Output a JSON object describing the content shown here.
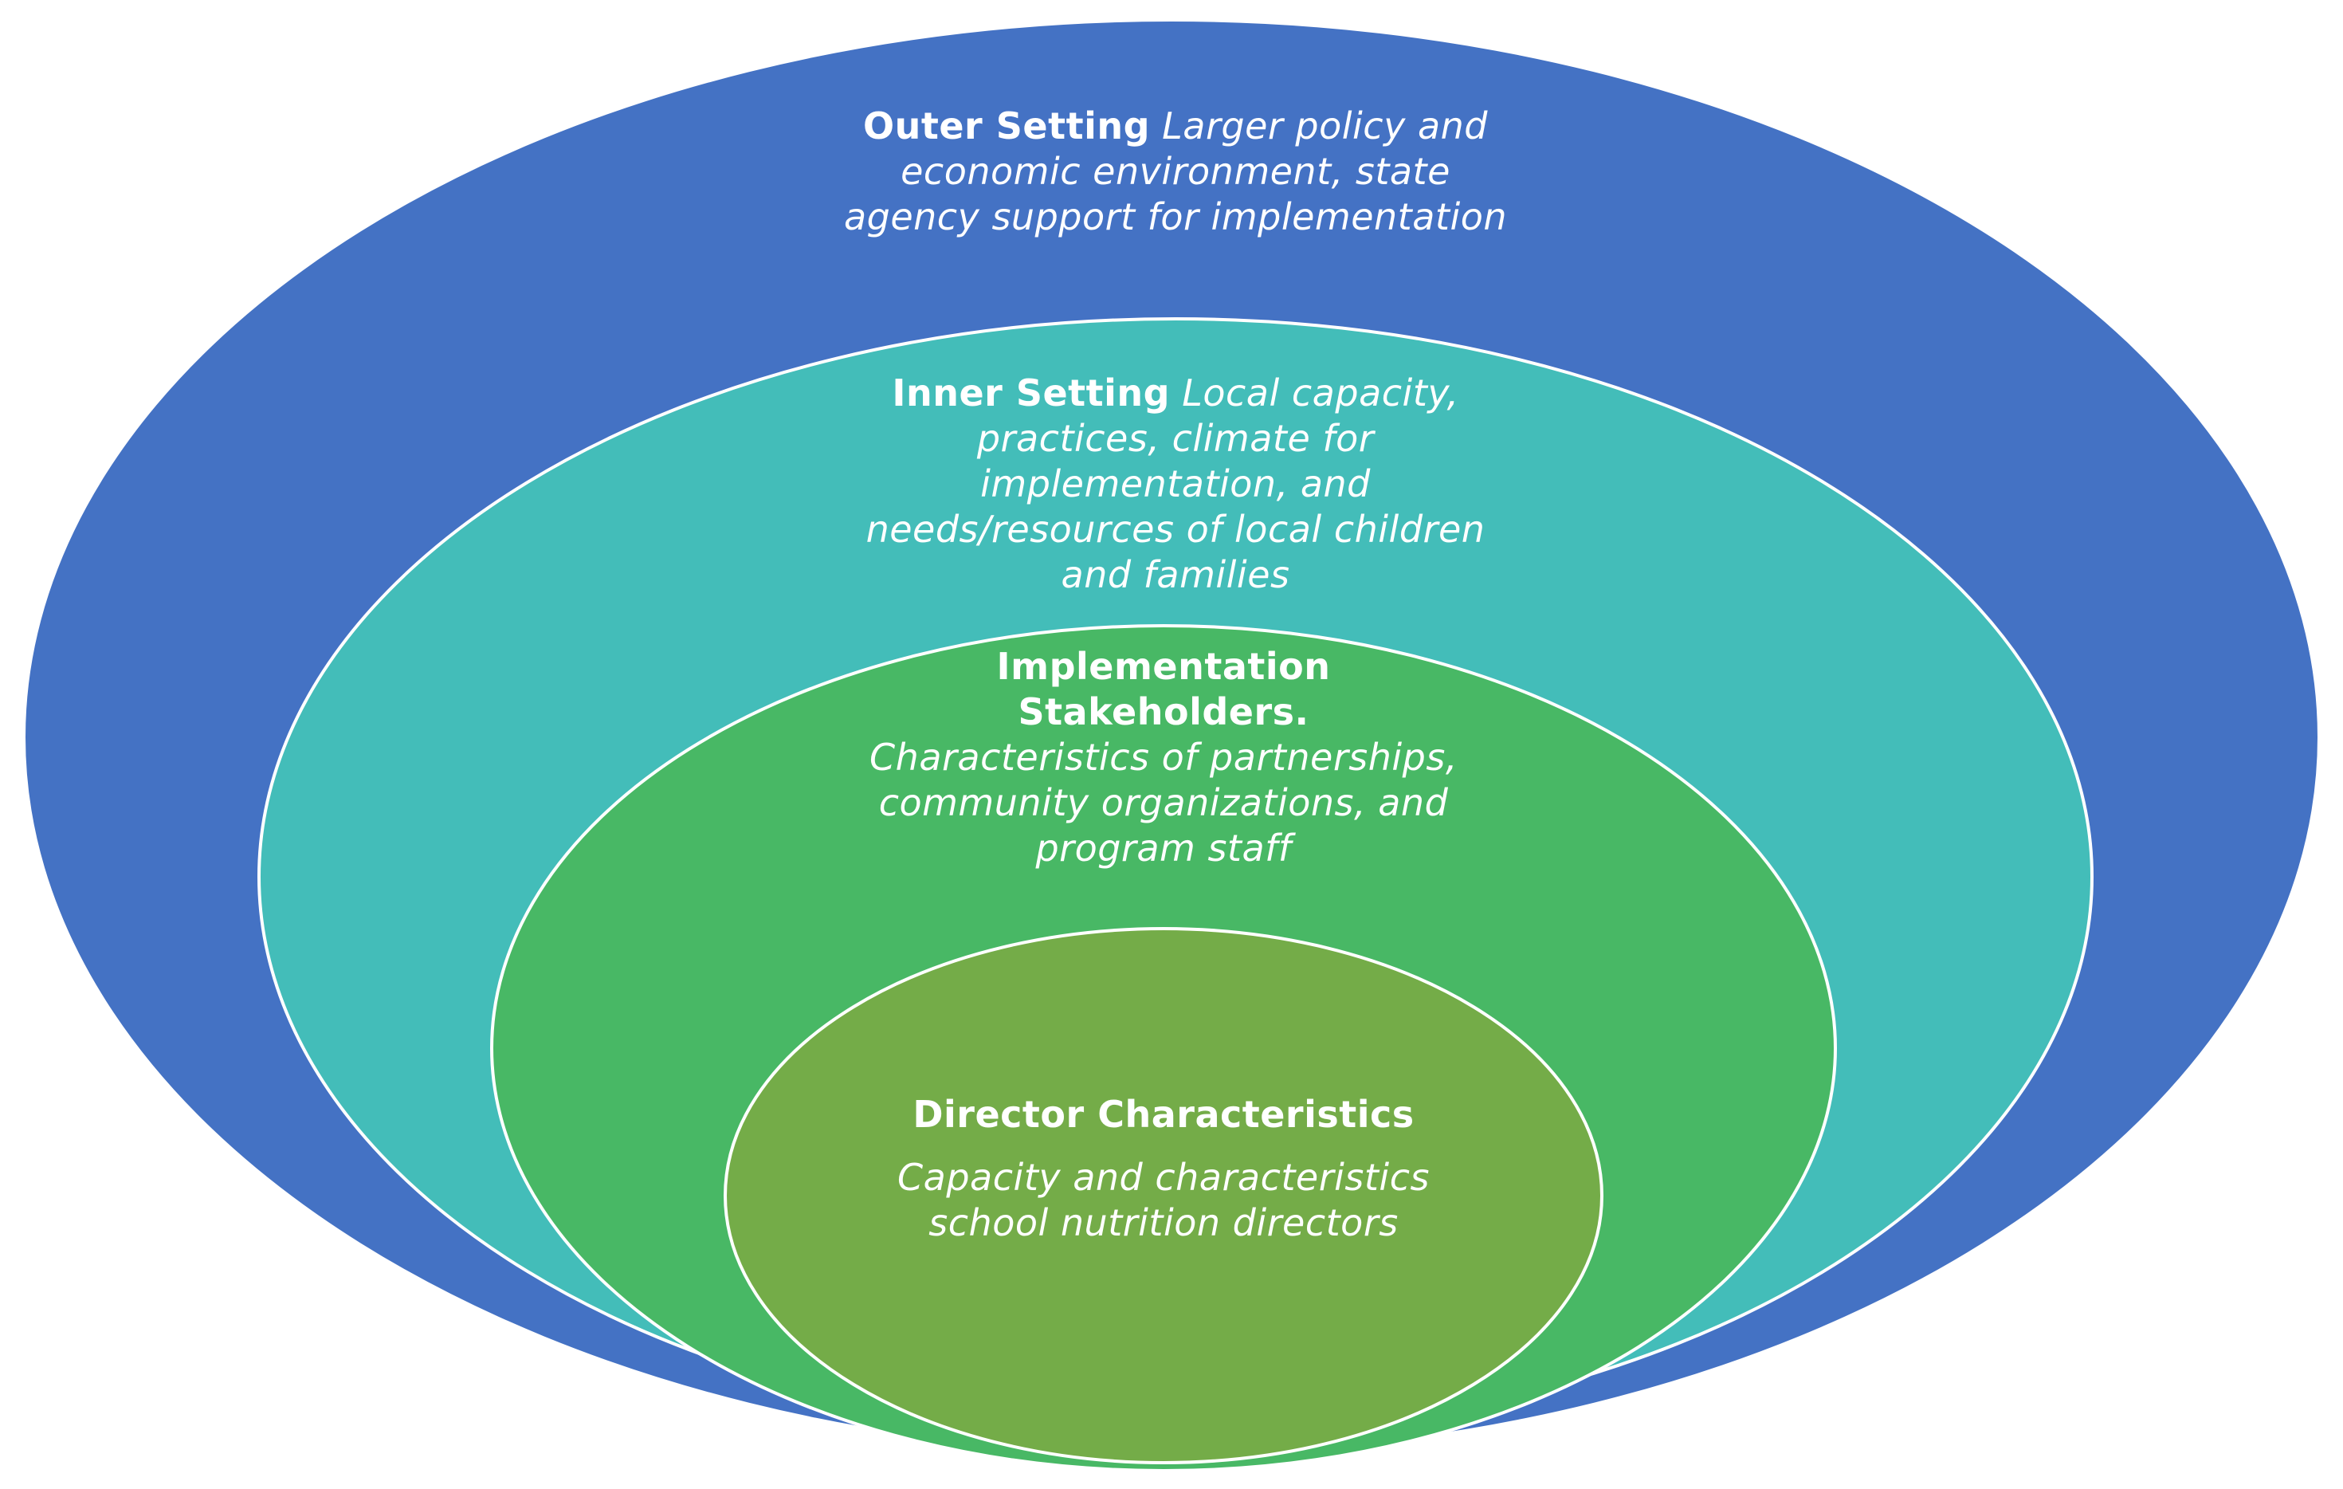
{
  "diagram": {
    "layers": [
      {
        "id": "outer",
        "title": "Outer Setting",
        "description": "Larger policy and economic environment, state agency support for implementation",
        "color": "#4472C4"
      },
      {
        "id": "inner",
        "title": "Inner Setting",
        "description": "Local capacity, practices, climate for implementation, and needs/resources of local children and families",
        "color": "#43BDB9"
      },
      {
        "id": "stakeholders",
        "title": "Implementation Stakeholders.",
        "description": "Characteristics of partnerships, community organizations, and program staff",
        "color": "#48B865"
      },
      {
        "id": "director",
        "title": "Director Characteristics",
        "description": "Capacity and characteristics school nutrition directors",
        "color": "#74AC48"
      }
    ]
  }
}
